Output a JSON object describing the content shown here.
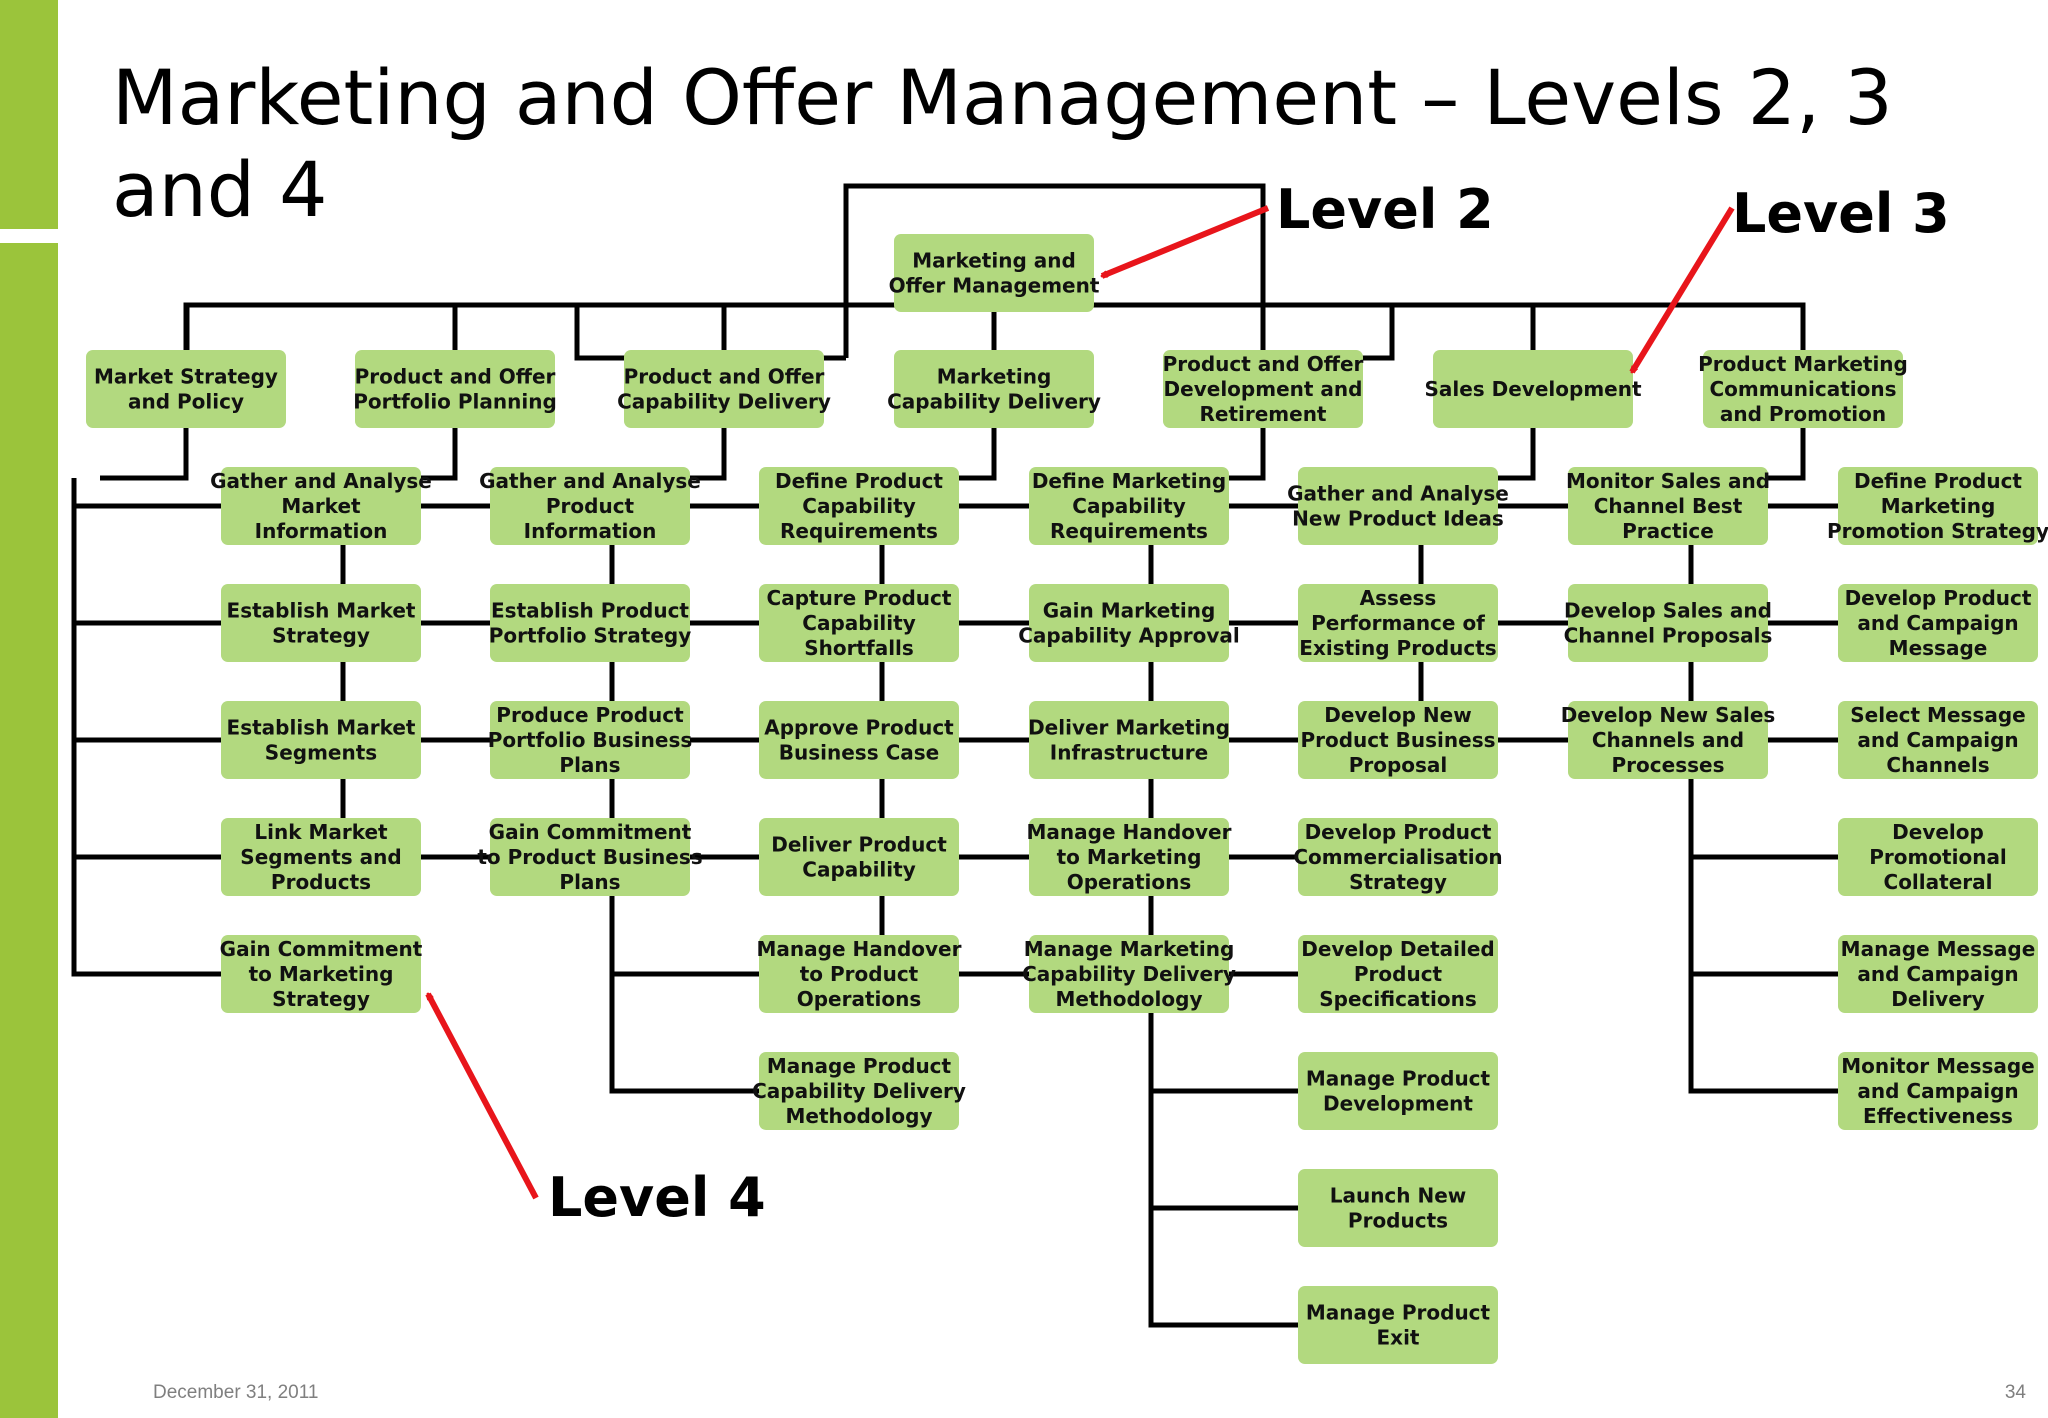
{
  "slide": {
    "title": "Marketing and Offer Management – Levels 2, 3 and 4",
    "date": "December 31, 2011",
    "page_number": "34"
  },
  "colors": {
    "accent_bar": "#9bc43b",
    "box_fill": "#b2d97f",
    "line": "#000000",
    "arrow": "#e8151b"
  },
  "annotations": {
    "level2": "Level 2",
    "level3": "Level 3",
    "level4": "Level 4"
  },
  "hierarchy": {
    "level2": [
      "Marketing and",
      "Offer Management"
    ],
    "level3": [
      {
        "name": [
          "Market Strategy",
          "and Policy"
        ],
        "children": [
          [
            "Gather and Analyse",
            "Market",
            "Information"
          ],
          [
            "Establish Market",
            "Strategy"
          ],
          [
            "Establish Market",
            "Segments"
          ],
          [
            "Link Market",
            "Segments and",
            "Products"
          ],
          [
            "Gain Commitment",
            "to Marketing",
            "Strategy"
          ]
        ]
      },
      {
        "name": [
          "Product and Offer",
          "Portfolio Planning"
        ],
        "children": [
          [
            "Gather and Analyse",
            "Product",
            "Information"
          ],
          [
            "Establish Product",
            "Portfolio Strategy"
          ],
          [
            "Produce Product",
            "Portfolio Business",
            "Plans"
          ],
          [
            "Gain Commitment",
            "to Product Business",
            "Plans"
          ]
        ]
      },
      {
        "name": [
          "Product and Offer",
          "Capability Delivery"
        ],
        "children": [
          [
            "Define Product",
            "Capability",
            "Requirements"
          ],
          [
            "Capture Product",
            "Capability",
            "Shortfalls"
          ],
          [
            "Approve Product",
            "Business Case"
          ],
          [
            "Deliver Product",
            "Capability"
          ],
          [
            "Manage Handover",
            "to Product",
            "Operations"
          ],
          [
            "Manage Product",
            "Capability Delivery",
            "Methodology"
          ]
        ]
      },
      {
        "name": [
          "Marketing",
          "Capability Delivery"
        ],
        "children": [
          [
            "Define Marketing",
            "Capability",
            "Requirements"
          ],
          [
            "Gain Marketing",
            "Capability Approval"
          ],
          [
            "Deliver Marketing",
            "Infrastructure"
          ],
          [
            "Manage Handover",
            "to Marketing",
            "Operations"
          ],
          [
            "Manage Marketing",
            "Capability Delivery",
            "Methodology"
          ]
        ]
      },
      {
        "name": [
          "Product and Offer",
          "Development and",
          "Retirement"
        ],
        "children": [
          [
            "Gather and Analyse",
            "New Product Ideas"
          ],
          [
            "Assess",
            "Performance of",
            "Existing Products"
          ],
          [
            "Develop New",
            "Product Business",
            "Proposal"
          ],
          [
            "Develop Product",
            "Commercialisation",
            "Strategy"
          ],
          [
            "Develop Detailed",
            "Product",
            "Specifications"
          ],
          [
            "Manage Product",
            "Development"
          ],
          [
            "Launch New",
            "Products"
          ],
          [
            "Manage Product",
            "Exit"
          ]
        ]
      },
      {
        "name": [
          "Sales Development"
        ],
        "children": [
          [
            "Monitor Sales and",
            "Channel Best",
            "Practice"
          ],
          [
            "Develop Sales and",
            "Channel Proposals"
          ],
          [
            "Develop New Sales",
            "Channels and",
            "Processes"
          ]
        ]
      },
      {
        "name": [
          "Product Marketing",
          "Communications",
          "and Promotion"
        ],
        "children": [
          [
            "Define Product",
            "Marketing",
            "Promotion Strategy"
          ],
          [
            "Develop Product",
            "and Campaign",
            "Message"
          ],
          [
            "Select Message",
            "and Campaign",
            "Channels"
          ],
          [
            "Develop",
            "Promotional",
            "Collateral"
          ],
          [
            "Manage Message",
            "and Campaign",
            "Delivery"
          ],
          [
            "Monitor Message",
            "and Campaign",
            "Effectiveness"
          ]
        ]
      }
    ]
  }
}
